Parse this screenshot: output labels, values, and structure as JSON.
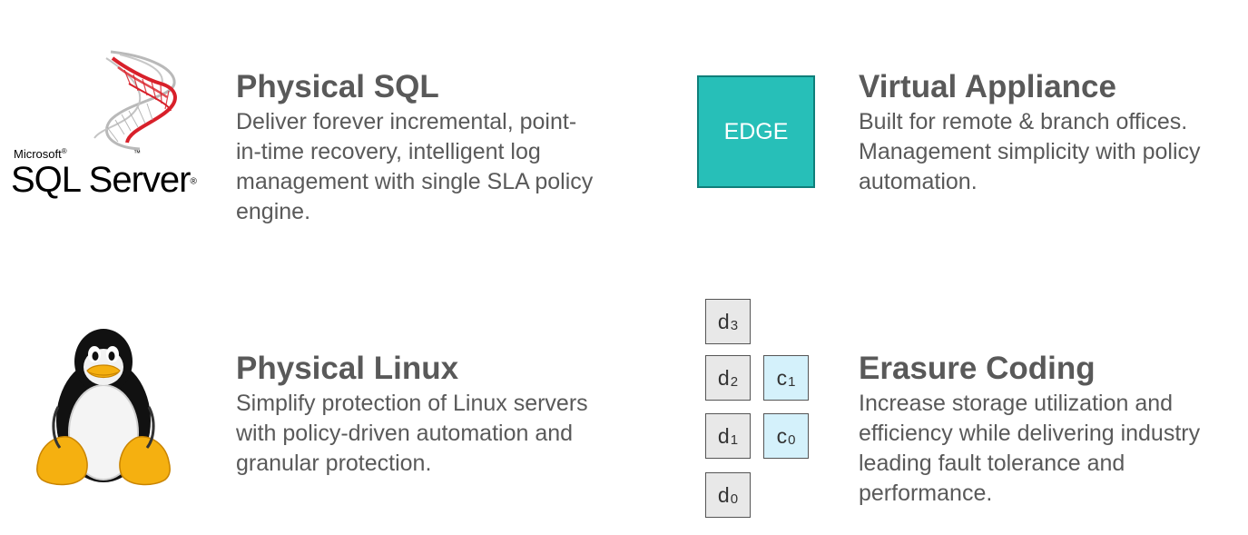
{
  "features": {
    "sql": {
      "title": "Physical SQL",
      "description": "Deliver forever incremental, point-in-time recovery, intelligent log management with single SLA policy engine.",
      "desc_lines": [
        "Deliver forever incremental, point-",
        "in-time recovery, intelligent log",
        "management with single SLA policy",
        "engine."
      ],
      "logo": {
        "brand": "Microsoft",
        "brand_mark": "®",
        "product": "SQL Server",
        "product_mark": "®",
        "tm": "™",
        "icon": "sql-server-logo-icon"
      }
    },
    "virtual": {
      "title": "Virtual Appliance",
      "desc_lines": [
        "Built for remote & branch offices.",
        "Management simplicity with policy",
        "automation."
      ],
      "box_label": "EDGE",
      "box_color": "#27bfb8",
      "box_border": "#0f7f7a"
    },
    "linux": {
      "title": "Physical Linux",
      "desc_lines": [
        "Simplify protection of Linux servers",
        "with policy-driven automation and",
        "granular protection."
      ],
      "icon": "tux-penguin-icon"
    },
    "erasure": {
      "title": "Erasure Coding",
      "desc_lines": [
        "Increase storage utilization and",
        "efficiency while delivering industry",
        "leading fault tolerance and",
        "performance."
      ],
      "data_blocks": [
        {
          "letter": "d",
          "index": "3"
        },
        {
          "letter": "d",
          "index": "2"
        },
        {
          "letter": "d",
          "index": "1"
        },
        {
          "letter": "d",
          "index": "0"
        }
      ],
      "code_blocks": [
        {
          "letter": "c",
          "index": "1"
        },
        {
          "letter": "c",
          "index": "0"
        }
      ],
      "data_color": "#e8e8e8",
      "code_color": "#d4f1fb"
    }
  },
  "colors": {
    "text": "#595959",
    "sql_red": "#d8202a"
  }
}
